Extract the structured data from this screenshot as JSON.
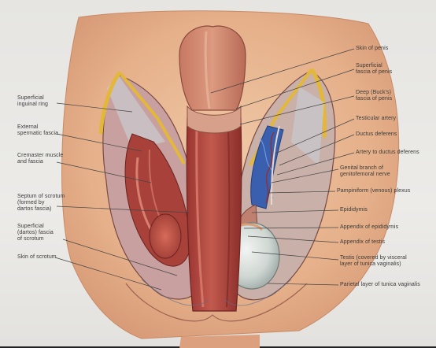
{
  "figure": {
    "labels": {
      "skin_of_penis": "Skin of penis",
      "superficial_fascia_of_penis": "Superficial\nfascia of penis",
      "deep_bucks_fascia": "Deep (Buck's)\nfascia of penis",
      "testicular_artery": "Testicular artery",
      "ductus_deferens": "Ductus deferens",
      "artery_to_ductus_deferens": "Artery to ductus deferens",
      "genital_branch": "Genital branch of\ngenitofemoral nerve",
      "pampiniform_plexus": "Pampiniform (venous) plexus",
      "epididymis": "Epididymis",
      "appendix_of_epididymis": "Appendix of epididymis",
      "appendix_of_testis": "Appendix of testis",
      "testis": "Testis (covered by visceral\nlayer of tunica vaginalis)",
      "parietal_layer": "Parietal layer of tunica vaginalis",
      "superficial_inguinal_ring": "Superficial\ninguinal ring",
      "external_spermatic_fascia": "External\nspermatic fascia",
      "cremaster": "Cremaster muscle\nand fascia",
      "septum_of_scrotum": "Septum of scrotum\n(formed by\ndartos fascia)",
      "superficial_dartos_fascia": "Superficial\n(dartos) fascia\nof scrotum",
      "skin_of_scrotum": "Skin of scrotum"
    },
    "colors": {
      "skin": "#e7b48f",
      "penis_shaft": "#b8463e",
      "fascia_yellow": "#e3b83a",
      "tunica_blue": "#b7c4d6",
      "plexus_blue": "#3a5fae",
      "testis_gray": "#d6dcd8"
    }
  }
}
